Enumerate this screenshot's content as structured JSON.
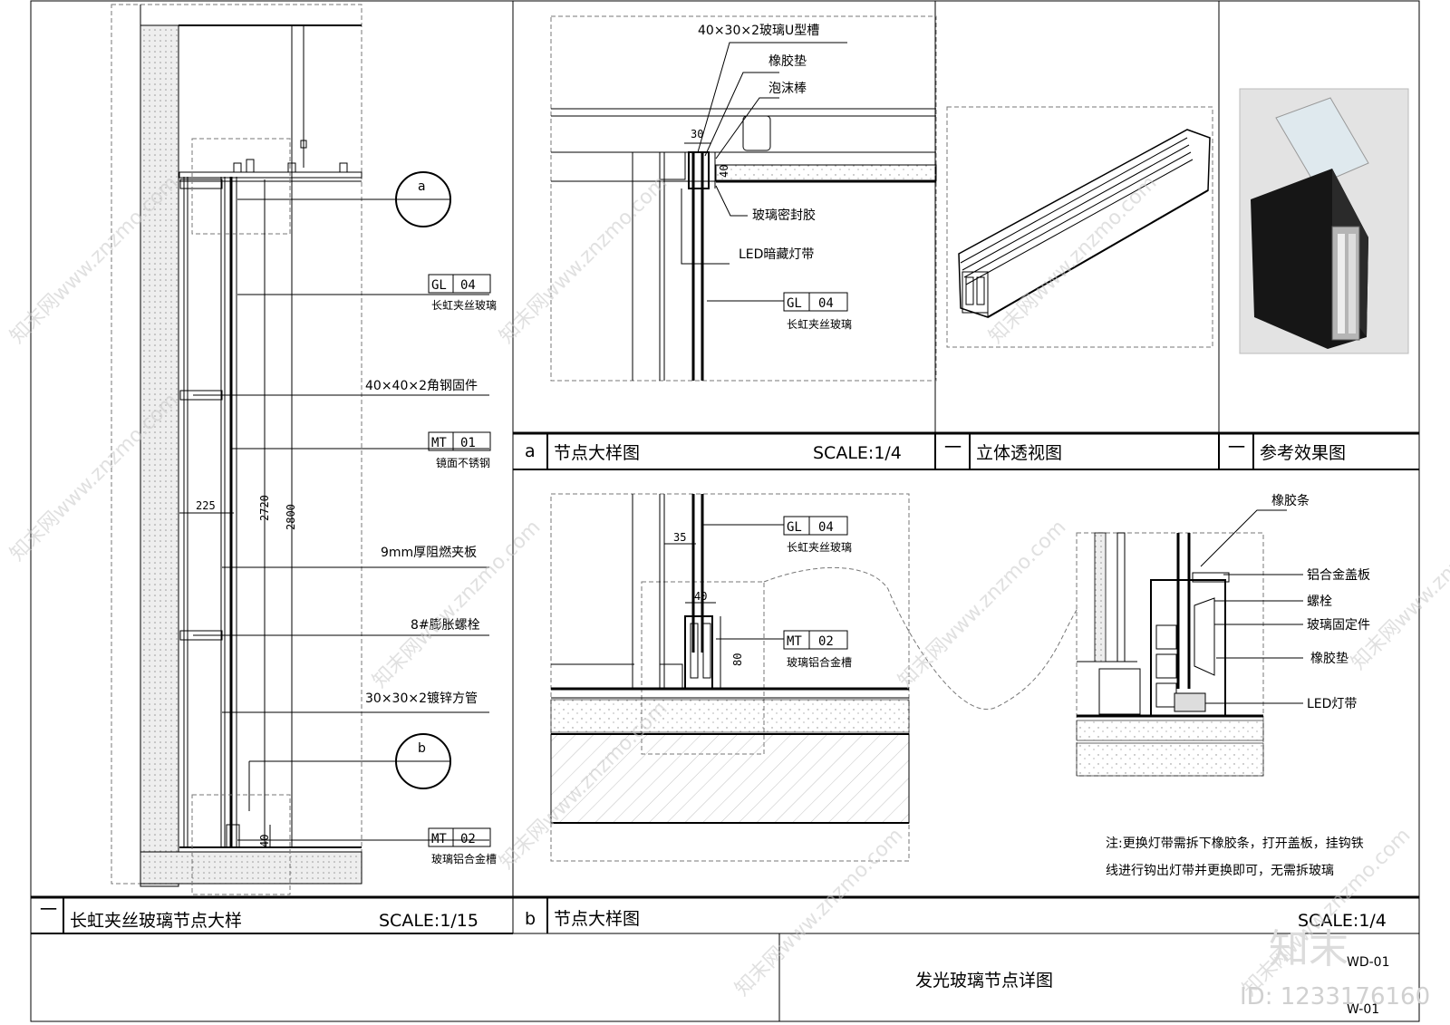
{
  "sheet": {
    "title": "发光玻璃节点详图",
    "code_top": "WD-01",
    "code_bottom": "W-01",
    "id_text": "ID: 1233176160",
    "logo_text": "知末",
    "watermark": "知末网www.znzmo.com"
  },
  "panels": {
    "main": {
      "marker": "一",
      "title": "长虹夹丝玻璃节点大样",
      "scale": "SCALE:1/15",
      "callout_a": "a",
      "callout_b": "b",
      "dims": {
        "w225": "225",
        "h2720": "2720",
        "h2800": "2800",
        "h40": "40"
      },
      "labels": {
        "gl04_tag_a": "GL",
        "gl04_tag_b": "04",
        "gl04_desc": "长虹夹丝玻璃",
        "angle": "40×40×2角钢固件",
        "mt01_tag_a": "MT",
        "mt01_tag_b": "01",
        "mt01_desc": "镜面不锈钢",
        "board": "9mm厚阻燃夹板",
        "bolt": "8#膨胀螺栓",
        "tube": "30×30×2镀锌方管",
        "mt02_tag_a": "MT",
        "mt02_tag_b": "02",
        "mt02_desc": "玻璃铝合金槽"
      }
    },
    "detail_a": {
      "marker": "a",
      "title": "节点大样图",
      "scale": "SCALE:1/4",
      "dims": {
        "d30": "30",
        "d40": "40"
      },
      "labels": {
        "ugroove": "40×30×2玻璃U型槽",
        "rubber": "橡胶垫",
        "foam": "泡沫棒",
        "sealant": "玻璃密封胶",
        "led": "LED暗藏灯带",
        "gl_tag_a": "GL",
        "gl_tag_b": "04",
        "gl_desc": "长虹夹丝玻璃"
      }
    },
    "perspective": {
      "marker": "一",
      "title": "立体透视图"
    },
    "reference": {
      "marker": "一",
      "title": "参考效果图"
    },
    "detail_b": {
      "marker": "b",
      "title": "节点大样图",
      "scale": "SCALE:1/4",
      "dims": {
        "d35": "35",
        "d40": "40",
        "d80": "80"
      },
      "labels": {
        "gl_tag_a": "GL",
        "gl_tag_b": "04",
        "gl_desc": "长虹夹丝玻璃",
        "mt_tag_a": "MT",
        "mt_tag_b": "02",
        "mt_desc": "玻璃铝合金槽",
        "strip": "橡胶条",
        "cover": "铝合金盖板",
        "screw": "螺栓",
        "fixer": "玻璃固定件",
        "pad": "橡胶垫",
        "ledstrip": "LED灯带",
        "note_line1": "注:更换灯带需拆下橡胶条，打开盖板，挂钩铁",
        "note_line2": "线进行钩出灯带并更换即可，无需拆玻璃"
      }
    }
  }
}
